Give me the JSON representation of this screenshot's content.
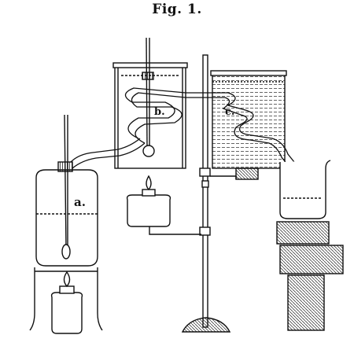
{
  "figure": {
    "caption": "Fig. 1.",
    "labels": {
      "a": "a.",
      "b": "b.",
      "c": "c."
    }
  }
}
